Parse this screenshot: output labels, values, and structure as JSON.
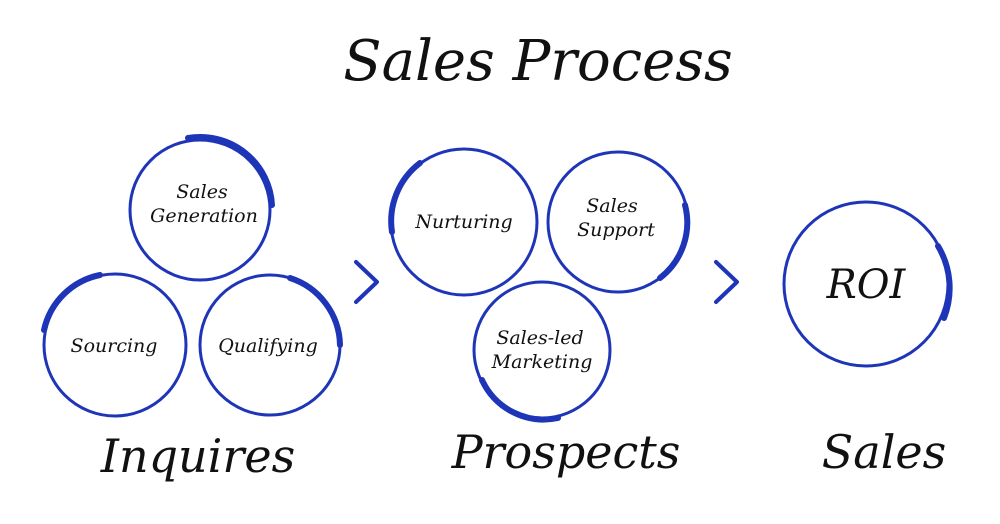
{
  "title": "Sales Process",
  "colors": {
    "accent": "#1e35b8",
    "text": "#111111",
    "background": "#ffffff"
  },
  "stages": [
    {
      "label": "Inquires",
      "circles": [
        {
          "lines": [
            "Sales",
            "Generation"
          ]
        },
        {
          "lines": [
            "Sourcing"
          ]
        },
        {
          "lines": [
            "Qualifying"
          ]
        }
      ]
    },
    {
      "label": "Prospects",
      "circles": [
        {
          "lines": [
            "Nurturing"
          ]
        },
        {
          "lines": [
            "Sales",
            "Support"
          ]
        },
        {
          "lines": [
            "Sales-led",
            "Marketing"
          ]
        }
      ]
    },
    {
      "label": "Sales",
      "circles": [
        {
          "lines": [
            "ROI"
          ]
        }
      ]
    }
  ],
  "connectors": [
    "chevron-right-icon",
    "chevron-right-icon"
  ]
}
